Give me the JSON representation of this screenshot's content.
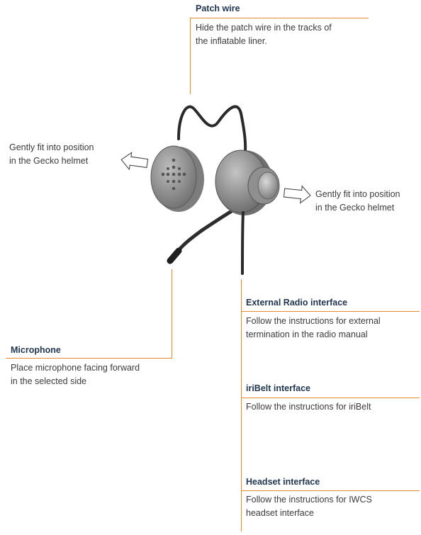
{
  "callouts": {
    "patch_wire": {
      "title": "Patch wire",
      "lines": [
        "Hide the patch wire in the tracks of",
        "the inflatable liner."
      ]
    },
    "left_fit": {
      "lines": [
        "Gently fit into position",
        "in the Gecko helmet"
      ]
    },
    "right_fit": {
      "lines": [
        "Gently fit into position",
        "in the Gecko helmet"
      ]
    },
    "microphone": {
      "title": "Microphone",
      "lines": [
        "Place microphone facing forward",
        "in the selected side"
      ]
    },
    "external_radio": {
      "title": "External Radio interface",
      "lines": [
        "Follow the instructions for external",
        "termination in the radio manual"
      ]
    },
    "iribelt": {
      "title": "iriBelt interface",
      "lines": [
        "Follow the instructions for iriBelt"
      ]
    },
    "headset": {
      "title": "Headset interface",
      "lines": [
        "Follow the instructions for IWCS",
        "headset interface"
      ]
    }
  },
  "colors": {
    "leader": "#e58a2b",
    "heading": "#1f3550",
    "device_body": "#8c8c8c"
  }
}
